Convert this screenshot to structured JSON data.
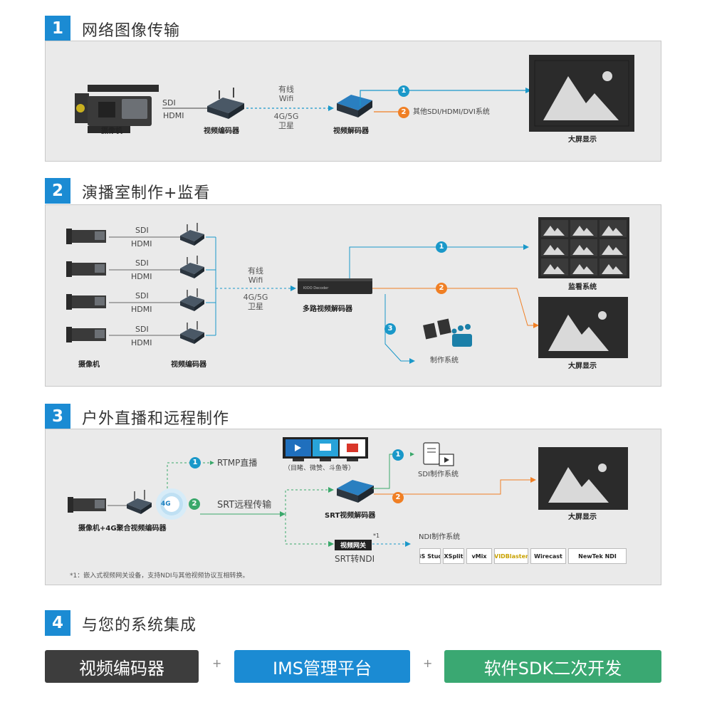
{
  "colors": {
    "section_blue": "#1b8bd3",
    "flow_blue": "#1a98c9",
    "flow_orange": "#f07f24",
    "flow_green": "#3aa86b",
    "panel_gray": "#eaeaea",
    "pill_dark": "#3d3d3d",
    "pill_blue": "#1b8bd3",
    "pill_green": "#3aa872"
  },
  "sections": {
    "s1": {
      "number": "1",
      "title": "网络图像传输",
      "camera_label": "摄像机",
      "sdi": "SDI",
      "hdmi": "HDMI",
      "encoder_label": "视频编码器",
      "wired": "有线",
      "wifi": "Wifi",
      "net": "4G/5G",
      "sat": "卫星",
      "decoder_label": "视频解码器",
      "badge1": "1",
      "badge2": "2",
      "other_systems": "其他SDI/HDMI/DVI系统",
      "screen_label": "大屏显示"
    },
    "s2": {
      "number": "2",
      "title": "演播室制作+监看",
      "sdi": "SDI",
      "hdmi": "HDMI",
      "camera_label": "摄像机",
      "encoder_label": "视频编码器",
      "wired": "有线",
      "wifi": "Wifi",
      "net": "4G/5G",
      "sat": "卫星",
      "decoder_label": "多路视频解码器",
      "decoder_brand": "KIOO Decoder",
      "badge1": "1",
      "badge2": "2",
      "badge3": "3",
      "monitor_label": "监看系统",
      "screen_label": "大屏显示",
      "production_label": "制作系统"
    },
    "s3": {
      "number": "3",
      "title": "户外直播和远程制作",
      "rtmp_badge": "1",
      "rtmp_label": "RTMP直播",
      "platforms_caption": "（目睹、微赞、斗鱼等）",
      "srt_badge": "2",
      "srt_label": "SRT远程传输",
      "camera_label": "摄像机+4G聚合视频编码器",
      "fourg": "4G",
      "sd_badge": "1",
      "sd_label": "SDI制作系统",
      "srt_decoder_badge": "2",
      "srt_decoder_label": "SRT视频解码器",
      "screen_label": "大屏显示",
      "gateway_box": "视频网关",
      "gateway_note": "*1",
      "gateway_label": "SRT转NDI",
      "ndi_label": "NDI制作系统",
      "ndi_logos": [
        "OBS Studio",
        "XSplit",
        "vMix",
        "VIDBlaster",
        "Wirecast",
        "NewTek NDI"
      ],
      "footnote": "*1：嵌入式视频网关设备，支持NDI与其他视频协议互相转换。"
    },
    "s4": {
      "number": "4",
      "title": "与您的系统集成",
      "pill1": "视频编码器",
      "plus1": "+",
      "pill2": "IMS管理平台",
      "plus2": "+",
      "pill3": "软件SDK二次开发"
    }
  }
}
